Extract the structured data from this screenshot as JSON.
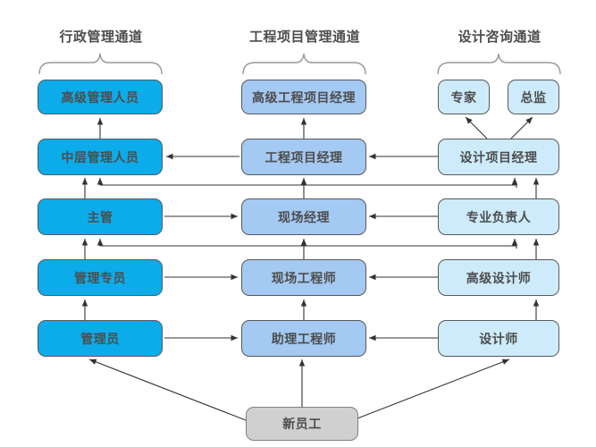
{
  "diagram": {
    "title_bar": "",
    "columns": [
      {
        "id": "admin",
        "header": "行政管理通道",
        "color": "#0bace9",
        "nodes": [
          "高级管理人员",
          "中层管理人员",
          "主管",
          "管理专员",
          "管理员"
        ]
      },
      {
        "id": "engineering",
        "header": "工程项目管理通道",
        "color": "#a4c9f2",
        "nodes": [
          "高级工程项目经理",
          "工程项目经理",
          "现场经理",
          "现场工程师",
          "助理工程师"
        ]
      },
      {
        "id": "design",
        "header": "设计咨询通道",
        "color": "#cdebfb",
        "nodes": [
          "专家",
          "总监",
          "设计项目经理",
          "专业负责人",
          "高级设计师",
          "设计师"
        ]
      }
    ],
    "entry_node": {
      "label": "新员工",
      "color": "#d0d0d0"
    },
    "stroke_color": "#595959",
    "text_color": "#4d4d4d"
  }
}
